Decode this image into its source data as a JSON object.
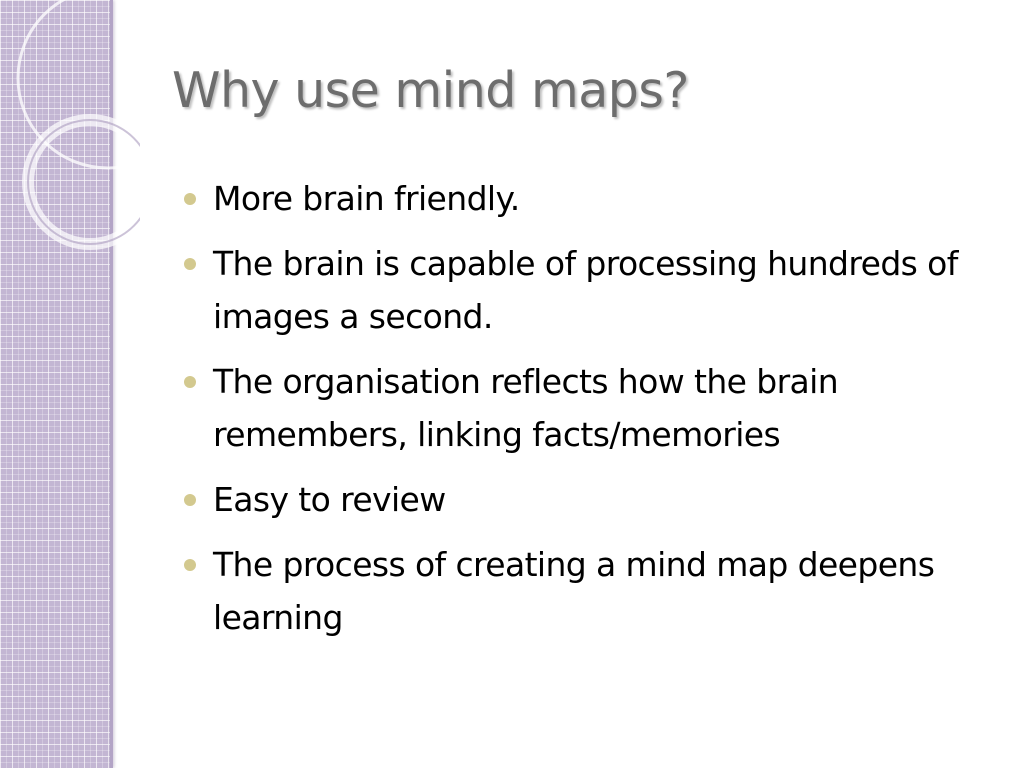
{
  "slide": {
    "title": "Why use mind maps?",
    "bullets": [
      "More brain friendly.",
      "The brain is capable of processing hundreds of images a second.",
      "The organisation reflects how the brain remembers, linking facts/memories",
      "Easy to review",
      "The process of creating a mind map deepens learning"
    ]
  },
  "colors": {
    "side_panel": "#c3b6d3",
    "bullet": "#d3c98f",
    "title": "#6d6d6d"
  }
}
